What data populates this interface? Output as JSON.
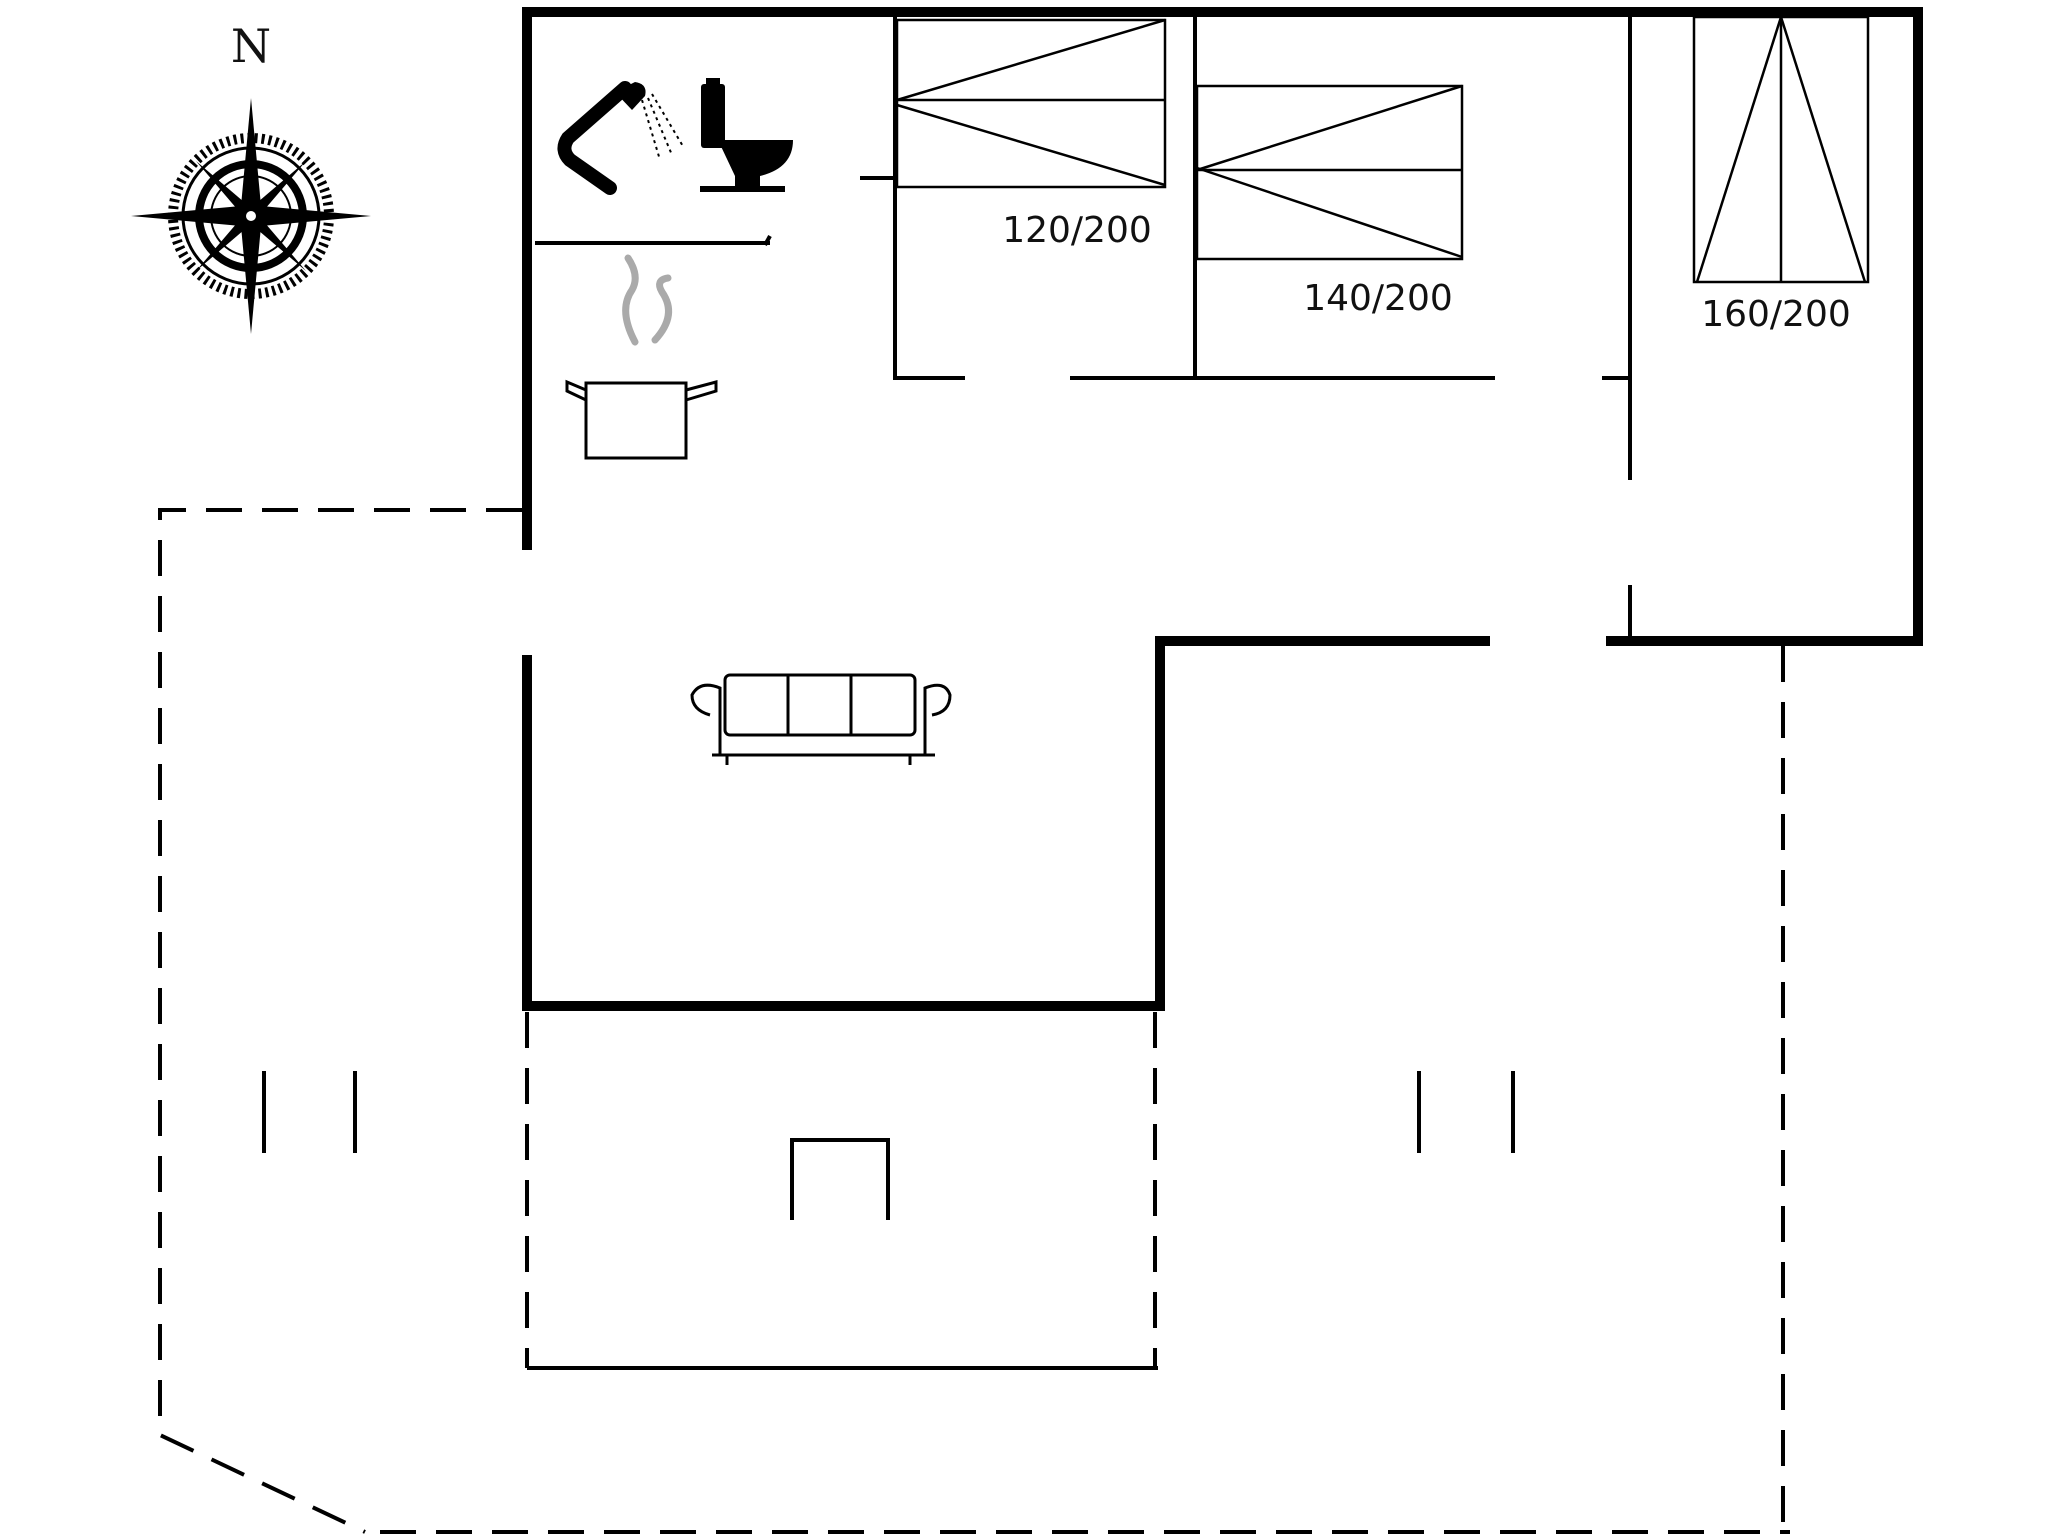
{
  "compass": {
    "north_label": "N",
    "icon": "compass-rose-icon"
  },
  "beds": [
    {
      "label": "120/200"
    },
    {
      "label": "140/200"
    },
    {
      "label": "160/200"
    }
  ],
  "icons": {
    "shower": "shower-icon",
    "toilet": "toilet-icon",
    "kitchen": "cooking-pot-icon",
    "sofa": "sofa-icon"
  }
}
